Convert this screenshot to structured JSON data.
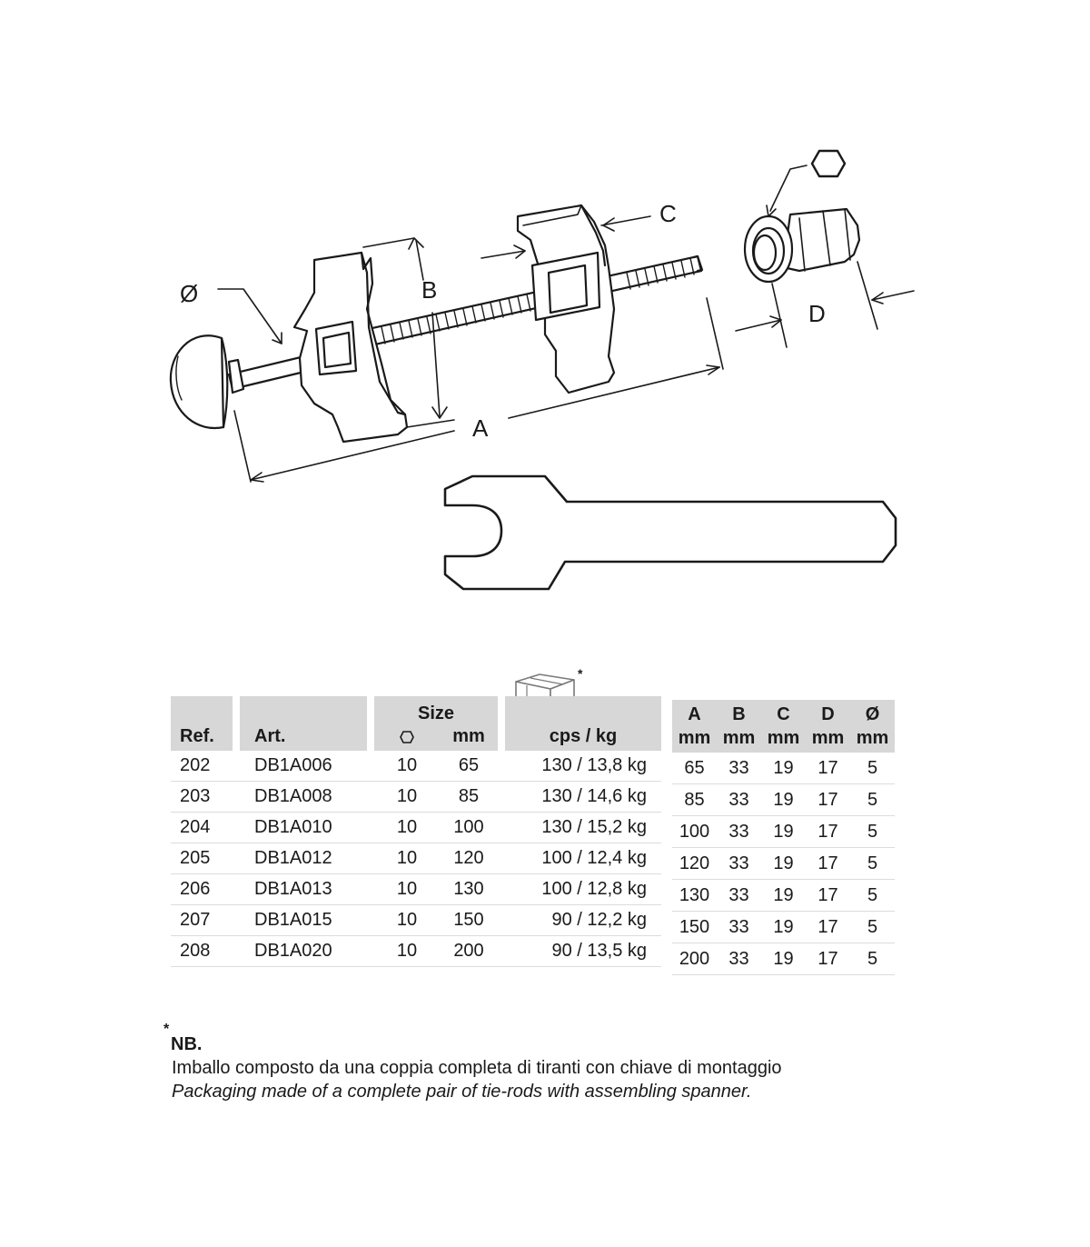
{
  "drawing": {
    "labels": {
      "diameter": "Ø",
      "a": "A",
      "b": "B",
      "c": "C",
      "d": "D"
    },
    "hex_icon": "hexagon-icon"
  },
  "spec_table": {
    "headers": {
      "ref": "Ref.",
      "art": "Art.",
      "size": "Size",
      "size_hex_icon": "hexagon-icon",
      "size_mm": "mm",
      "package_icon": "box-icon",
      "package_star": "*",
      "cps": "cps / kg"
    },
    "rows": [
      {
        "ref": "202",
        "art": "DB1A006",
        "hex": "10",
        "mm": "65",
        "cps": "130 / 13,8 kg"
      },
      {
        "ref": "203",
        "art": "DB1A008",
        "hex": "10",
        "mm": "85",
        "cps": "130 / 14,6 kg"
      },
      {
        "ref": "204",
        "art": "DB1A010",
        "hex": "10",
        "mm": "100",
        "cps": "130 / 15,2 kg"
      },
      {
        "ref": "205",
        "art": "DB1A012",
        "hex": "10",
        "mm": "120",
        "cps": "100 / 12,4 kg"
      },
      {
        "ref": "206",
        "art": "DB1A013",
        "hex": "10",
        "mm": "130",
        "cps": "100 / 12,8 kg"
      },
      {
        "ref": "207",
        "art": "DB1A015",
        "hex": "10",
        "mm": "150",
        "cps": "90 / 12,2 kg"
      },
      {
        "ref": "208",
        "art": "DB1A020",
        "hex": "10",
        "mm": "200",
        "cps": "90 / 13,5 kg"
      }
    ]
  },
  "dim_table": {
    "headers": [
      {
        "letter": "A",
        "unit": "mm"
      },
      {
        "letter": "B",
        "unit": "mm"
      },
      {
        "letter": "C",
        "unit": "mm"
      },
      {
        "letter": "D",
        "unit": "mm"
      },
      {
        "letter": "Ø",
        "unit": "mm"
      }
    ],
    "rows": [
      [
        "65",
        "33",
        "19",
        "17",
        "5"
      ],
      [
        "85",
        "33",
        "19",
        "17",
        "5"
      ],
      [
        "100",
        "33",
        "19",
        "17",
        "5"
      ],
      [
        "120",
        "33",
        "19",
        "17",
        "5"
      ],
      [
        "130",
        "33",
        "19",
        "17",
        "5"
      ],
      [
        "150",
        "33",
        "19",
        "17",
        "5"
      ],
      [
        "200",
        "33",
        "19",
        "17",
        "5"
      ]
    ]
  },
  "note": {
    "star": "*",
    "title": "NB.",
    "italian": "Imballo composto da una coppia completa di tiranti con chiave di montaggio",
    "english": "Packaging made of a complete pair of tie-rods with assembling spanner."
  }
}
